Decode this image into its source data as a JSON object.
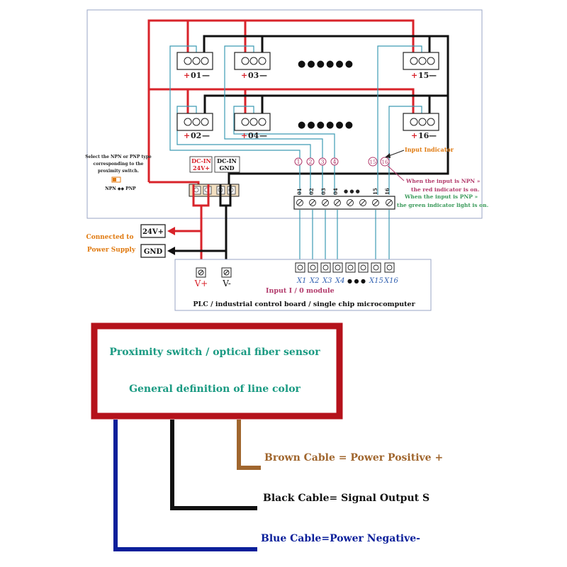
{
  "panel": {
    "terminal_labels_top": [
      "01",
      "03",
      "15"
    ],
    "terminal_labels_bottom": [
      "02",
      "04",
      "16"
    ],
    "plus": "+",
    "minus": "—",
    "ellipsis": "●●●●●●"
  },
  "power_in": {
    "pos_label_1": "DC-IN",
    "pos_label_2": "24V+",
    "neg_label_1": "DC-IN",
    "neg_label_2": "GND"
  },
  "npn_note": {
    "line1": "Select the NPN or PNP type",
    "line2": "corresponding to the",
    "line3": "proximity switch.",
    "switch_label": "NPN ◆◆ PNP"
  },
  "indicator": {
    "circles": [
      "1",
      "2",
      "3",
      "4",
      "15",
      "16"
    ],
    "input_indicator": "Input Indicator",
    "npn_line1": "When the input is NPN »",
    "npn_line2": "the red indicator is on.",
    "pnp_line1": "When the input is PNP »",
    "pnp_line2": "the green indicator light is on."
  },
  "connector_labels": [
    "01",
    "02",
    "03",
    "04",
    "15",
    "16"
  ],
  "connector_dots": "● ● ●",
  "supply": {
    "connected_1": "Connected to",
    "connected_2": "Power Supply",
    "pos": "24V+",
    "gnd": "GND"
  },
  "plc": {
    "vplus": "V+",
    "vminus": "V-",
    "inputs": [
      "X1",
      "X2",
      "X3",
      "X4",
      "● ● ●",
      "X15",
      "X16"
    ],
    "module_label": "Input I / 0 module",
    "caption": "PLC / industrial control board / single chip microcomputer"
  },
  "sensor_box": {
    "title": "Proximity switch / optical fiber sensor",
    "subtitle": "General definition of line color"
  },
  "cables": {
    "brown": "Brown Cable = Power Positive +",
    "black": "Black Cable= Signal Output S",
    "blue": "Blue Cable=Power Negative-"
  }
}
